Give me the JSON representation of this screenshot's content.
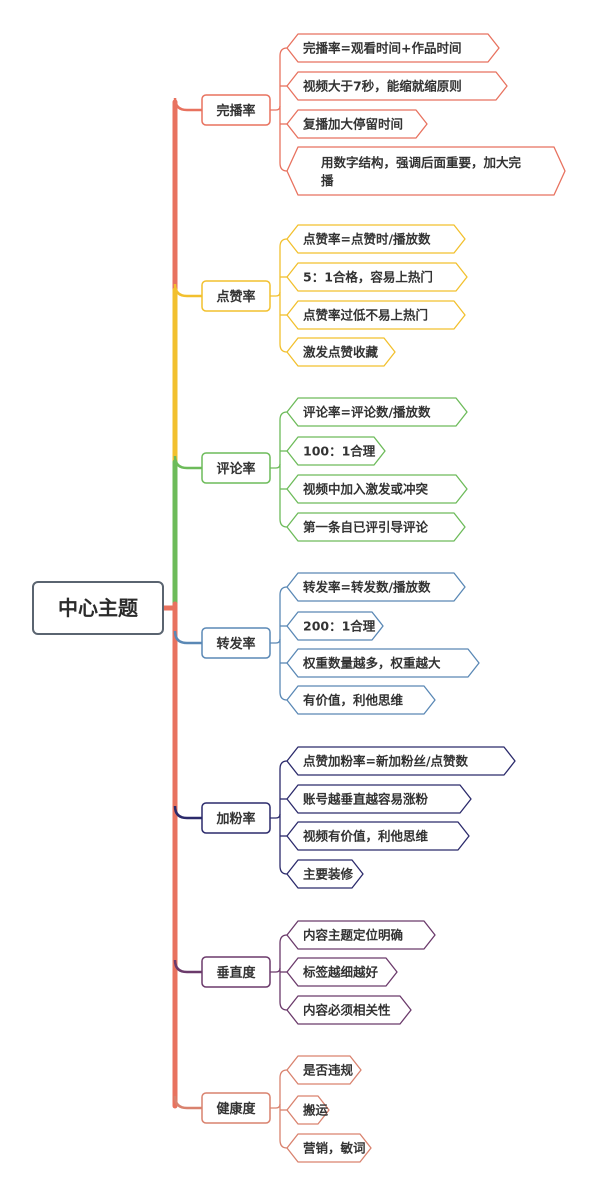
{
  "central_topic": "中心主题",
  "branches": [
    {
      "label": "完播率",
      "color": "#e8725f",
      "items": [
        [
          "完播率=观看时间+作品时间"
        ],
        [
          "视频大于7秒，能缩就缩原则"
        ],
        [
          "复播加大停留时间"
        ],
        [
          "用数字结构，强调后面重要，加大完",
          "播"
        ]
      ]
    },
    {
      "label": "点赞率",
      "color": "#f2c02e",
      "items": [
        [
          "点赞率=点赞时/播放数"
        ],
        [
          "5：1合格，容易上热门"
        ],
        [
          "点赞率过低不易上热门"
        ],
        [
          "激发点赞收藏"
        ]
      ]
    },
    {
      "label": "评论率",
      "color": "#6dbb5a",
      "items": [
        [
          "评论率=评论数/播放数"
        ],
        [
          "100：1合理"
        ],
        [
          "视频中加入激发或冲突"
        ],
        [
          "第一条自已评引导评论"
        ]
      ]
    },
    {
      "label": "转发率",
      "color": "#5a88b5",
      "items": [
        [
          "转发率=转发数/播放数"
        ],
        [
          "200：1合理"
        ],
        [
          "权重数量越多，权重越大"
        ],
        [
          "有价值，利他思维"
        ]
      ]
    },
    {
      "label": "加粉率",
      "color": "#2b2a6b",
      "items": [
        [
          "点赞加粉率=新加粉丝/点赞数"
        ],
        [
          "账号越垂直越容易涨粉"
        ],
        [
          "视频有价值，利他思维"
        ],
        [
          "主要装修"
        ]
      ]
    },
    {
      "label": "垂直度",
      "color": "#6b3a6b",
      "items": [
        [
          "内容主题定位明确"
        ],
        [
          "标签越细越好"
        ],
        [
          "内容必须相关性"
        ]
      ]
    },
    {
      "label": "健康度",
      "color": "#d9826e",
      "items": [
        [
          "是否违规"
        ],
        [
          "搬运"
        ],
        [
          "营销，敏词"
        ]
      ]
    }
  ]
}
